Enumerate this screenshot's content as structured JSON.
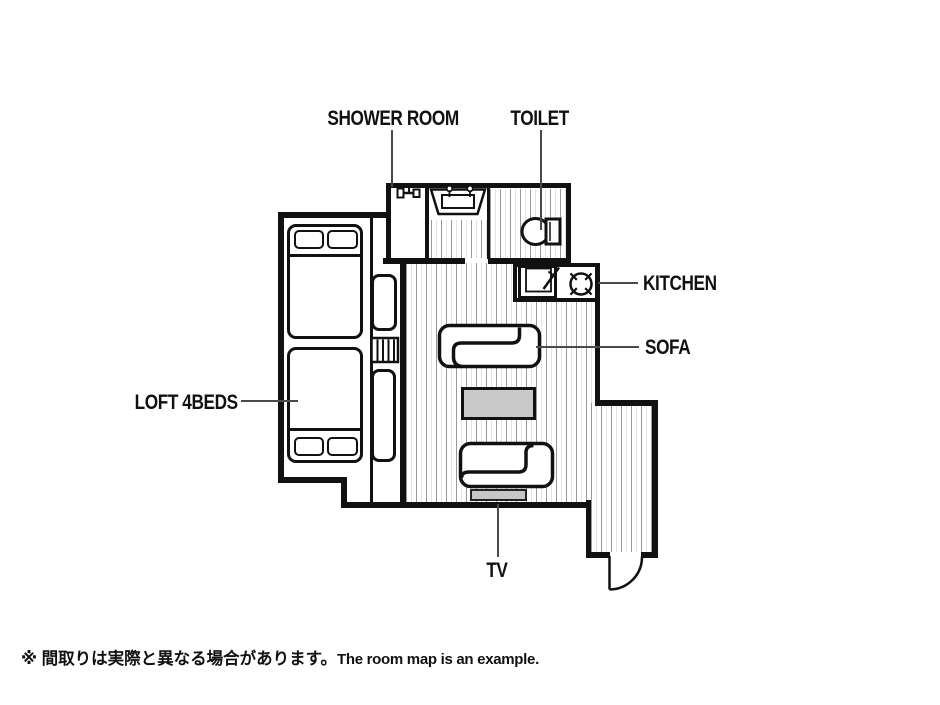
{
  "plan_labels": {
    "shower_room": "SHOWER ROOM",
    "toilet": "TOILET",
    "kitchen": "KITCHEN",
    "sofa": "SOFA",
    "loft_beds": "LOFT 4BEDS",
    "tv": "TV"
  },
  "footnote": {
    "jp": "※ 間取りは実際と異なる場合があります。",
    "en": "The room map is an example."
  },
  "colors": {
    "wall": "#111111",
    "hatch_line": "#999999",
    "leader_line": "#4a4a4a",
    "table_fill": "#c9c9c9",
    "tv_fill": "#c6c6c6",
    "background": "#ffffff"
  }
}
